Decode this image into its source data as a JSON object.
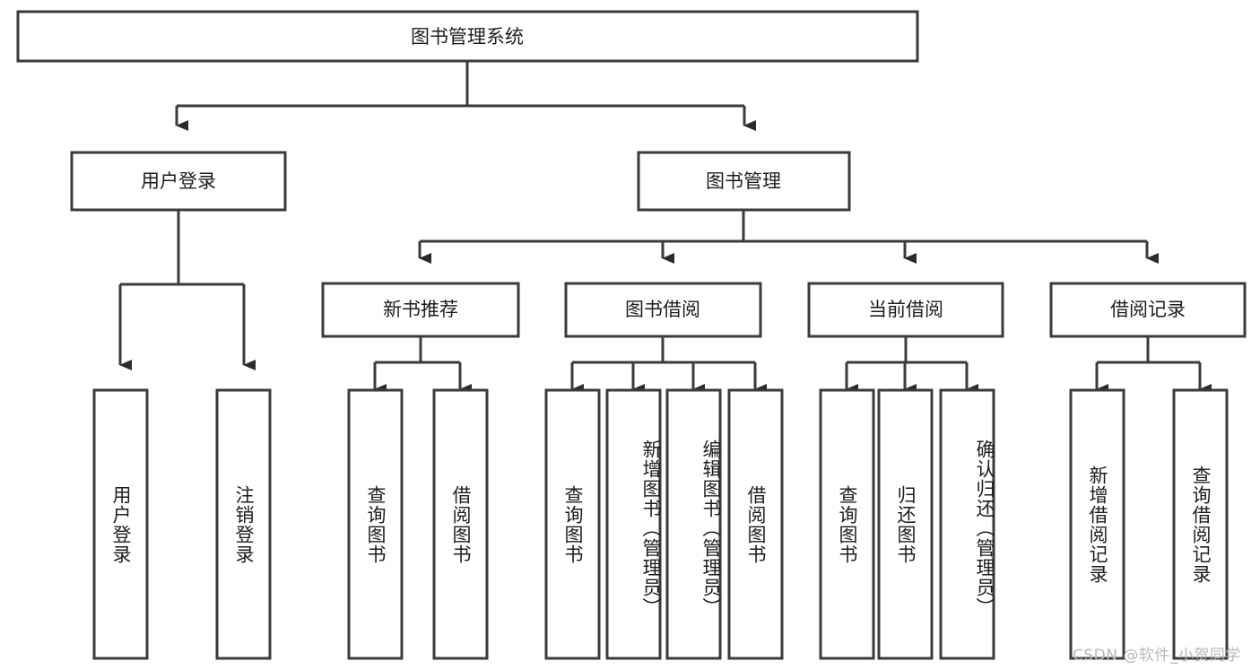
{
  "title": "图书管理系统",
  "theme": {
    "background": "#ffffff",
    "box_fill": "#ffffff",
    "box_stroke": "#3b3b3b",
    "text_color": "#1d1d1d",
    "connector_color": "#3b3b3b",
    "watermark_color": "#b8b8b8"
  },
  "watermark": "CSDN @软件_小贺同学",
  "chart_data": {
    "type": "tree-diagram",
    "title": "图书管理系统",
    "orientation": "top-down",
    "levels": 3,
    "root": {
      "label": "图书管理系统",
      "children": [
        {
          "label": "用户登录",
          "children": [
            {
              "label": "用户登录"
            },
            {
              "label": "注销登录"
            }
          ]
        },
        {
          "label": "图书管理",
          "children": [
            {
              "label": "新书推荐",
              "children": [
                {
                  "label": "查询图书"
                },
                {
                  "label": "借阅图书"
                }
              ]
            },
            {
              "label": "图书借阅",
              "children": [
                {
                  "label": "查询图书"
                },
                {
                  "label": "新增图书（管理员）"
                },
                {
                  "label": "编辑图书（管理员）"
                },
                {
                  "label": "借阅图书"
                }
              ]
            },
            {
              "label": "当前借阅",
              "children": [
                {
                  "label": "查询图书"
                },
                {
                  "label": "归还图书"
                },
                {
                  "label": "确认归还（管理员）"
                }
              ]
            },
            {
              "label": "借阅记录",
              "children": [
                {
                  "label": "新增借阅记录"
                },
                {
                  "label": "查询借阅记录"
                }
              ]
            }
          ]
        }
      ]
    }
  },
  "nodes": {
    "root": {
      "label": "图书管理系统"
    },
    "level1": [
      {
        "label": "用户登录"
      },
      {
        "label": "图书管理"
      }
    ],
    "level2": [
      {
        "label": "新书推荐"
      },
      {
        "label": "图书借阅"
      },
      {
        "label": "当前借阅"
      },
      {
        "label": "借阅记录"
      }
    ],
    "leaves": [
      {
        "label": "用户登录"
      },
      {
        "label": "注销登录"
      },
      {
        "label": "查询图书"
      },
      {
        "label": "借阅图书"
      },
      {
        "label": "查询图书"
      },
      {
        "label": "新增图书（管理员）"
      },
      {
        "label": "编辑图书（管理员）"
      },
      {
        "label": "借阅图书"
      },
      {
        "label": "查询图书"
      },
      {
        "label": "归还图书"
      },
      {
        "label": "确认归还（管理员）"
      },
      {
        "label": "新增借阅记录"
      },
      {
        "label": "查询借阅记录"
      }
    ]
  }
}
